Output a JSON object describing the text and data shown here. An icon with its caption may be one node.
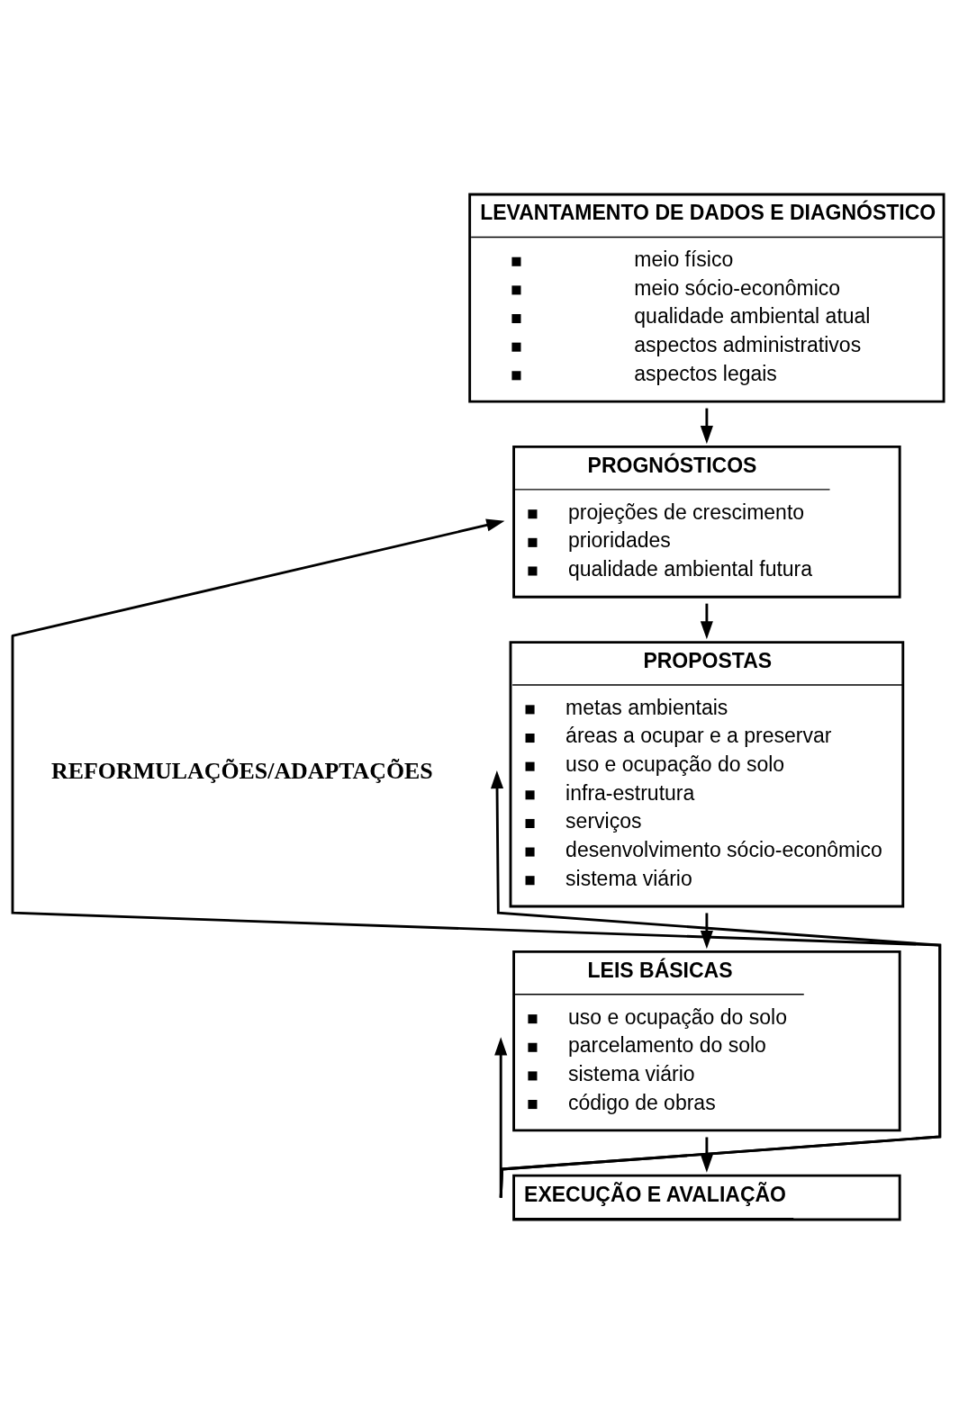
{
  "diagram": {
    "nodes": [
      {
        "text": [
          "LEVANTAMENTO DE DADOS E DIAGNÓSTICO",
          "meio físico",
          "meio sócio-econômico",
          "qualidade ambiental atual",
          "aspectos administrativos",
          "aspectos legais"
        ]
      },
      {
        "text": [
          "PROGNÓSTICOS",
          "projeções de crescimento",
          "prioridades",
          "qualidade ambiental futura"
        ]
      },
      {
        "text": [
          "PROPOSTAS",
          "metas ambientais",
          "áreas a ocupar e a preservar",
          "uso e ocupação do solo",
          "infra-estrutura",
          "serviços",
          "desenvolvimento sócio-econômico",
          "sistema viário"
        ]
      },
      {
        "text": [
          "LEIS BÁSICAS",
          "uso e ocupação do solo",
          "parcelamento do solo",
          "sistema viário",
          "código de obras"
        ]
      },
      {
        "text": [
          "EXECUÇÃO E AVALIAÇÃO"
        ]
      }
    ],
    "edges": [
      {
        "from": 0,
        "to": 1,
        "arrow": "to"
      },
      {
        "from": 1,
        "to": 2,
        "arrow": "to"
      },
      {
        "from": 2,
        "to": 3,
        "arrow": "to"
      },
      {
        "from": 3,
        "to": 4,
        "arrow": "to"
      },
      {
        "from": 4,
        "to": 1,
        "arrow": "to"
      },
      {
        "from": 4,
        "to": 2,
        "arrow": "to"
      },
      {
        "from": 4,
        "to": 3,
        "arrow": "to"
      }
    ],
    "labels": [
      "REFORMULAÇÕES/ADAPTAÇÕES"
    ]
  }
}
